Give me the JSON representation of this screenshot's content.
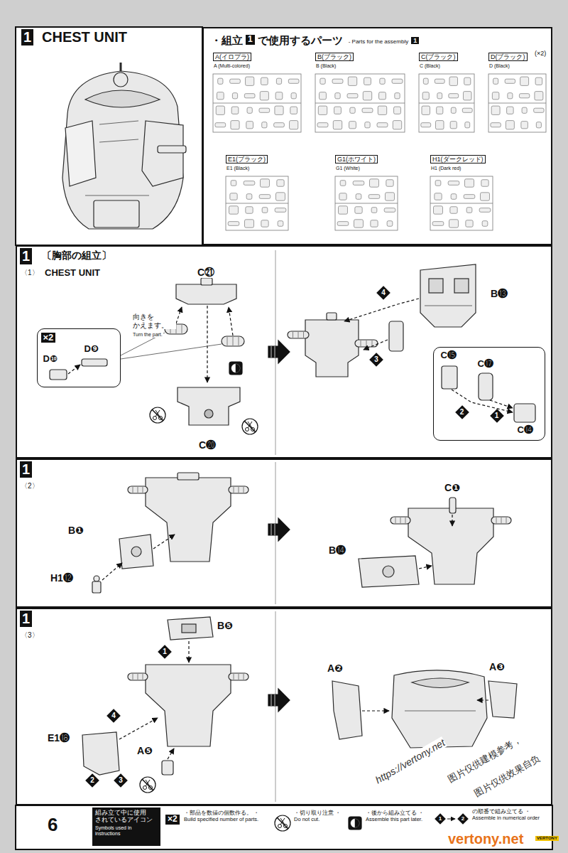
{
  "diagram": {
    "title": "CHEST UNIT",
    "nodes": [
      {
        "text": [
          "・組立",
          "1",
          "で使用するパーツ",
          "- Parts for the assembly",
          "1"
        ]
      },
      {
        "text": [
          "A(イロプラ)",
          "A (Multi-colored)"
        ],
        "in": 0
      },
      {
        "text": [
          "B(ブラック)",
          "B (Black)"
        ],
        "in": 0
      },
      {
        "text": [
          "C(ブラック)",
          "C (Black)"
        ],
        "in": 0
      },
      {
        "text": [
          "D(ブラック)",
          "D (Black)"
        ],
        "in": 0
      },
      {
        "text": [
          "E1(ブラック)",
          "E1 (Black)"
        ],
        "in": 0
      },
      {
        "text": [
          "G1(ホワイト)",
          "G1 (White)"
        ],
        "in": 0
      },
      {
        "text": [
          "H1(ダークレッド)",
          "H1 (Dark red)"
        ],
        "in": 0
      },
      {
        "text": [
          "1",
          "〔胸部の組立〕",
          "〈1〉",
          "CHEST UNIT"
        ]
      },
      {
        "text": [
          "×2",
          "D❿",
          "D❾"
        ],
        "in": 8
      },
      {
        "text": [
          "C⓯",
          "C⓱",
          "C⓮",
          "2",
          "1"
        ],
        "in": 8
      },
      {
        "text": [
          "1",
          "〈2〉"
        ]
      },
      {
        "text": [
          "1",
          "〈3〉"
        ]
      },
      {
        "text": [
          "組み立て中に使用 されているアイコン",
          "Symbols used in instructions"
        ]
      }
    ],
    "labels": [
      "1",
      "(×2)",
      "C㉑",
      "向きを かえます。",
      "Turn the part.",
      "C⓴",
      "B⓭",
      "4",
      "3",
      "B❶",
      "H1⓬",
      "C❶",
      "B⓮",
      "B❺",
      "1",
      "4",
      "E1⓲",
      "2",
      "3",
      "A❺",
      "A❷",
      "A❸",
      "6",
      "×2",
      "https://vertony.net",
      "图片仅供建模参考，",
      "图片仅供效果自负",
      "vertony.net",
      "VERTONY",
      "1",
      "2"
    ],
    "legend": [
      {
        "text": "・部品を数値の個数作る。 ・Build specified number of parts."
      },
      {
        "text": "・切り取り注意 ・Do not cut."
      },
      {
        "text": "・後から組み立てる ・Assemble this part later."
      },
      {
        "text": "の順番で組み立てる ・Assemble in numerical order"
      }
    ]
  }
}
